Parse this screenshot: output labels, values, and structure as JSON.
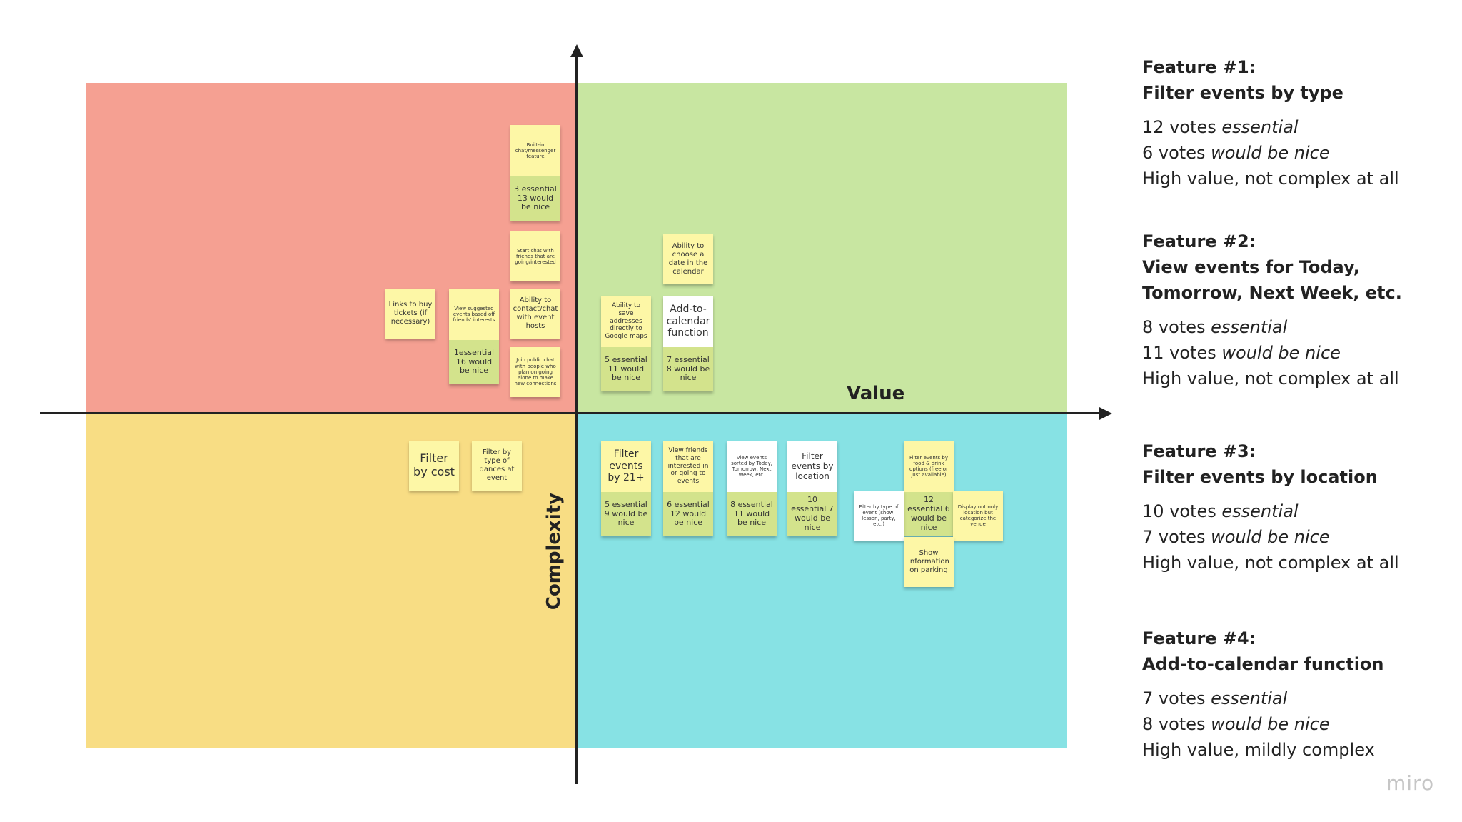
{
  "axes": {
    "x_label": "Value",
    "y_label": "Complexity"
  },
  "notes": {
    "chat_feature": {
      "top": "Built-in chat/messenger feature",
      "bottom": "3 essential 13 would be nice"
    },
    "start_chat": {
      "top": "Start chat with friends that are going/interested"
    },
    "links_tickets": {
      "top": "Links to buy tickets (if necessary)"
    },
    "suggested_events": {
      "top": "View suggested events based off friends' interests",
      "bottom": "1essential 16 would be nice"
    },
    "contact_hosts": {
      "top": "Ability to contact/chat with event hosts"
    },
    "public_chat": {
      "top": "Join public chat with people who plan on going alone to make new connections"
    },
    "choose_date": {
      "top": "Ability to choose a date in the calendar"
    },
    "save_addresses": {
      "top": "Ability to save addresses directly to Google maps",
      "bottom": "5 essential 11 would be nice"
    },
    "add_calendar": {
      "top": "Add-to-calendar function",
      "bottom": "7 essential 8 would be nice"
    },
    "filter_cost": {
      "top": "Filter by cost"
    },
    "filter_dances": {
      "top": "Filter by type of dances at event"
    },
    "filter_21": {
      "top": "Filter events by 21+",
      "bottom": "5 essential 9 would be nice"
    },
    "friends_interested": {
      "top": "View friends that are interested in or going to events",
      "bottom": "6 essential 12 would be nice"
    },
    "sorted_today": {
      "top": "View events sorted by Today, Tomorrow, Next Week, etc.",
      "bottom": "8 essential 11 would be nice"
    },
    "filter_location": {
      "top": "Filter events by location",
      "bottom": "10 essential 7 would be nice"
    },
    "filter_food": {
      "top": "Filter events by food & drink options (free or just available)",
      "bottom": "12 essential 6 would be nice"
    },
    "filter_type": {
      "top": "Filter by type of event (show, lesson, party, etc.)"
    },
    "display_location": {
      "top": "Display not only location but categorize the venue"
    },
    "parking": {
      "top": "Show information on parking"
    }
  },
  "features": [
    {
      "heading_1": "Feature #1:",
      "heading_2": "Filter events by type",
      "essential_prefix": "12 votes ",
      "essential_word": "essential",
      "nice_prefix": "6 votes ",
      "nice_word": "would be nice",
      "summary": "High value, not complex at all"
    },
    {
      "heading_1": "Feature #2:",
      "heading_2": "View events for Today,",
      "heading_3": "Tomorrow, Next Week, etc.",
      "essential_prefix": "8 votes ",
      "essential_word": "essential",
      "nice_prefix": "11 votes ",
      "nice_word": "would be nice",
      "summary": "High value, not complex at all"
    },
    {
      "heading_1": "Feature #3:",
      "heading_2": "Filter events by location",
      "essential_prefix": "10 votes ",
      "essential_word": "essential",
      "nice_prefix": "7 votes ",
      "nice_word": "would be nice",
      "summary": "High value, not complex at all"
    },
    {
      "heading_1": "Feature #4:",
      "heading_2": "Add-to-calendar function",
      "essential_prefix": "7 votes ",
      "essential_word": "essential",
      "nice_prefix": "8 votes ",
      "nice_word": "would be nice",
      "summary": "High value, mildly complex"
    }
  ],
  "brand": "miro",
  "colors": {
    "quadrant_top_left": "#f5a092",
    "quadrant_top_right": "#c8e6a1",
    "quadrant_bottom_left": "#f8dd84",
    "quadrant_bottom_right": "#87e2e4",
    "sticky_yellow": "#fdf7a6",
    "sticky_green": "#d3e38c",
    "sticky_white": "#ffffff"
  }
}
